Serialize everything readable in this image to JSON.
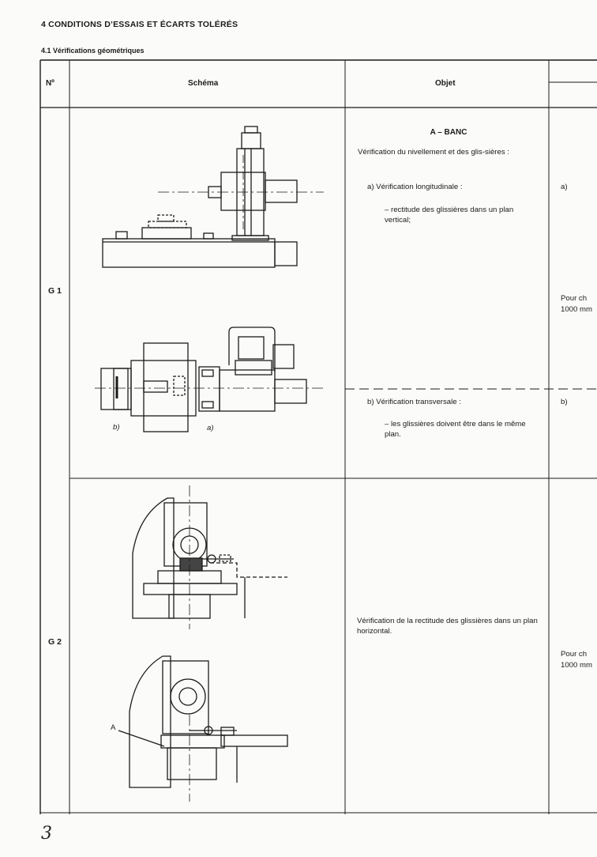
{
  "section": {
    "title": "4 CONDITIONS D’ESSAIS ET ÉCARTS TOLÉRÉS"
  },
  "subsection": {
    "title": "4.1 Vérifications géométriques"
  },
  "table": {
    "headers": {
      "no": "Nº",
      "schema": "Schéma",
      "objet": "Objet"
    },
    "rows": [
      {
        "id": "G 1",
        "objet": {
          "heading": "A – BANC",
          "intro": "Vérification du nivellement et des glis-sières :",
          "item_a": "a) Vérification longitudinale :",
          "item_a_detail": "– rectitude des glissières dans un plan vertical;",
          "item_b": "b) Vérification transversale :",
          "item_b_detail": "– les glissières doivent être dans le même plan."
        },
        "right": {
          "a": "a)",
          "pour": "Pour ch",
          "mm": "1000 mm",
          "b": "b)"
        },
        "figure_labels": {
          "b": "b)",
          "a": "a)"
        }
      },
      {
        "id": "G 2",
        "objet": {
          "text": "Vérification de la rectitude des glissières dans un plan horizontal."
        },
        "right": {
          "pour": "Pour ch",
          "mm": "1000 mm"
        },
        "figure_labels": {
          "A": "A"
        }
      }
    ]
  },
  "page_number": "3"
}
